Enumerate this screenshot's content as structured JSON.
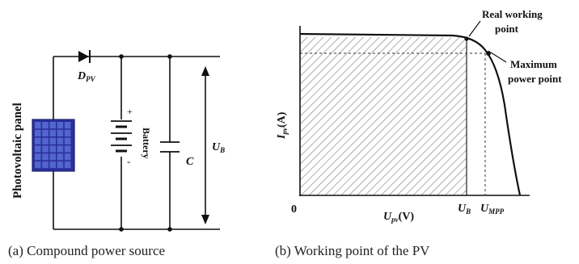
{
  "circuit": {
    "panel_label": "Photovoltaic panel",
    "diode_label": "D",
    "diode_sub": "PV",
    "battery_label": "Battery",
    "capacitor_label": "C",
    "voltage_label": "U",
    "voltage_sub": "B",
    "plus": "+",
    "minus": "-"
  },
  "graph": {
    "ylabel": "I",
    "ylabel_sub": "pv",
    "ylabel_unit": "(A)",
    "origin": "0",
    "xlabel": "U",
    "xlabel_sub": "pv",
    "xlabel_unit": "(V)",
    "tick_ub": "U",
    "tick_ub_sub": "B",
    "tick_umpp": "U",
    "tick_umpp_sub": "MPP",
    "real_point_line1": "Real working",
    "real_point_line2": "point",
    "mpp_line1": "Maximum",
    "mpp_line2": "power point"
  },
  "captions": {
    "left": "(a) Compound power source",
    "right": "(b) Working point of the PV"
  },
  "colors": {
    "panel_blue": "#2b2f9e",
    "panel_cell": "#5a6fd6",
    "line": "#111111"
  }
}
